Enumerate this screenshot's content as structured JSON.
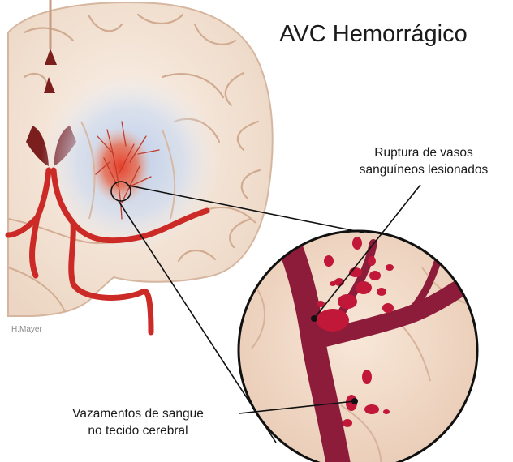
{
  "title": "AVC Hemorrágico",
  "annotations": {
    "rupture": {
      "line1": "Ruptura de vasos",
      "line2": "sanguíneos lesionados"
    },
    "leak": {
      "line1": "Vazamentos de sangue",
      "line2": "no tecido cerebral"
    }
  },
  "credit": "H.Mayer",
  "colors": {
    "tissue": "#f4e3d3",
    "tissue_shadow": "#e6cbb6",
    "fold_line": "#d3ad93",
    "ischemic_halo": "#c9d7ee",
    "hemorrhage": "#d9301f",
    "artery": "#cc2a26",
    "vessel_magnified": "#8c1c3a",
    "blood_drop": "#c1183a",
    "ventricle": "#7a1e1e",
    "leader_line": "#111111"
  }
}
